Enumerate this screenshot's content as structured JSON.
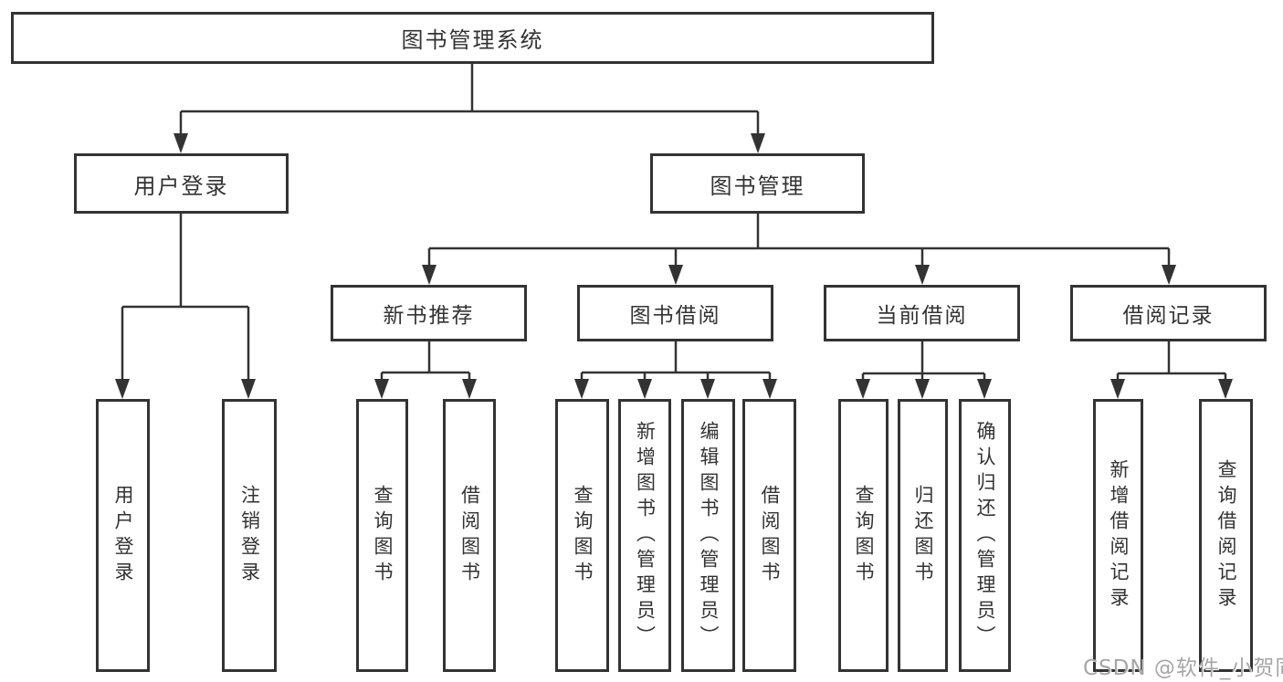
{
  "diagram": {
    "root_label": "图书管理系统",
    "level2": {
      "login": "用户登录",
      "management": "图书管理"
    },
    "login_children": [
      "用户登录",
      "注销登录"
    ],
    "modules": [
      "新书推荐",
      "图书借阅",
      "当前借阅",
      "借阅记录"
    ],
    "module_children": {
      "new_book": [
        "查询图书",
        "借阅图书"
      ],
      "book_borrow": [
        "查询图书",
        "新增图书（管理员）",
        "编辑图书（管理员）",
        "借阅图书"
      ],
      "current_borrow": [
        "查询图书",
        "归还图书",
        "确认归还（管理员）"
      ],
      "borrow_record": [
        "新增借阅记录",
        "查询借阅记录"
      ]
    }
  },
  "watermark": "CSDN @软件_小贺同学",
  "colors": {
    "line": "#333333",
    "text": "#333333",
    "background": "#ffffff",
    "watermark": "#a6a6a6"
  }
}
